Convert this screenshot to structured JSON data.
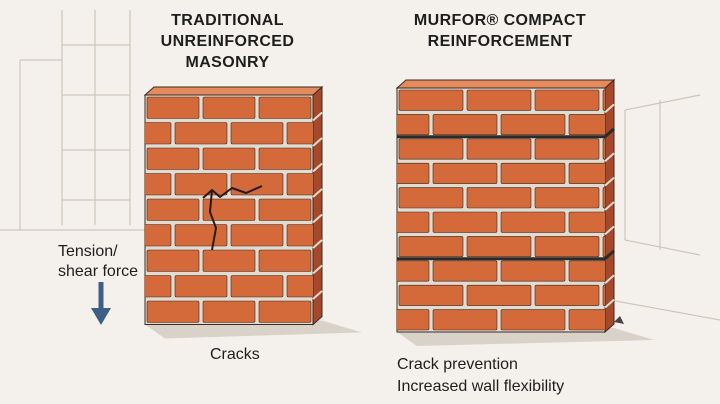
{
  "left_panel": {
    "title_lines": [
      "TRADITIONAL",
      "UNREINFORCED",
      "MASONRY"
    ],
    "force_label_lines": [
      "Tension/",
      "shear force"
    ],
    "caption": "Cracks"
  },
  "right_panel": {
    "title_lines": [
      "MURFOR® COMPACT",
      "REINFORCEMENT"
    ],
    "caption_lines": [
      "Crack prevention",
      "Increased wall flexibility"
    ]
  },
  "colors": {
    "brick": "#d4693a",
    "brick_shadow": "#a8482a",
    "mortar": "#e3dbcf",
    "outline": "#3a2a20",
    "reinforcement": "#2b2b2b",
    "arrow": "#3d5f86",
    "sketch": "#cfc6ba"
  },
  "icons": {
    "force_arrow": "arrow-down-icon",
    "crack": "crack-line-icon"
  }
}
